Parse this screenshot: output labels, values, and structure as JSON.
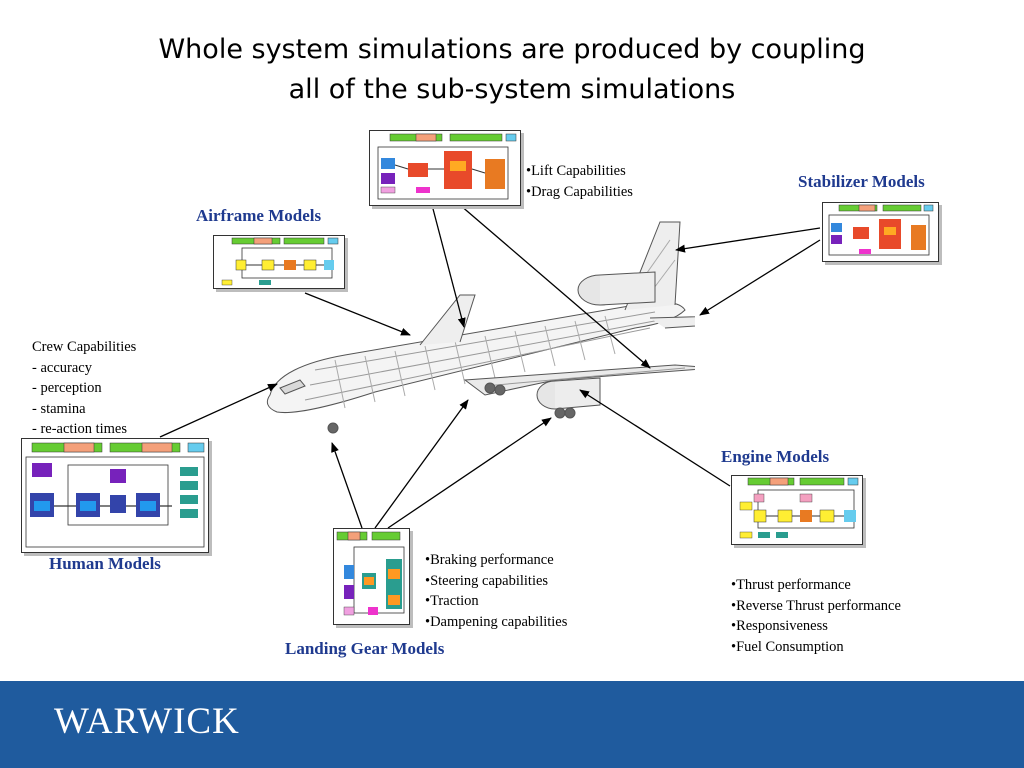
{
  "title": {
    "line1": "Whole system simulations are produced by coupling",
    "line2": "all of the sub-system simulations"
  },
  "labels": {
    "airframe": "Airframe Models",
    "stabilizer": "Stabilizer Models",
    "engine": "Engine Models",
    "human": "Human Models",
    "landing_gear": "Landing Gear Models"
  },
  "lift_bullets": [
    "•Lift Capabilities",
    "•Drag Capabilities"
  ],
  "crew": [
    "Crew Capabilities",
    "- accuracy",
    "- perception",
    "- stamina",
    "- re-action times"
  ],
  "landing_bullets": [
    "•Braking performance",
    "•Steering capabilities",
    "•Traction",
    "•Dampening capabilities"
  ],
  "engine_bullets": [
    "•Thrust performance",
    "•Reverse Thrust performance",
    "•Responsiveness",
    "•Fuel Consumption"
  ],
  "footer": {
    "logo_text": "WARWICK"
  },
  "colors": {
    "label_blue": "#1f3a8f",
    "footer_blue": "#1f5b9e"
  },
  "icons": [
    "airplane-illustration",
    "model-block-diagram"
  ]
}
